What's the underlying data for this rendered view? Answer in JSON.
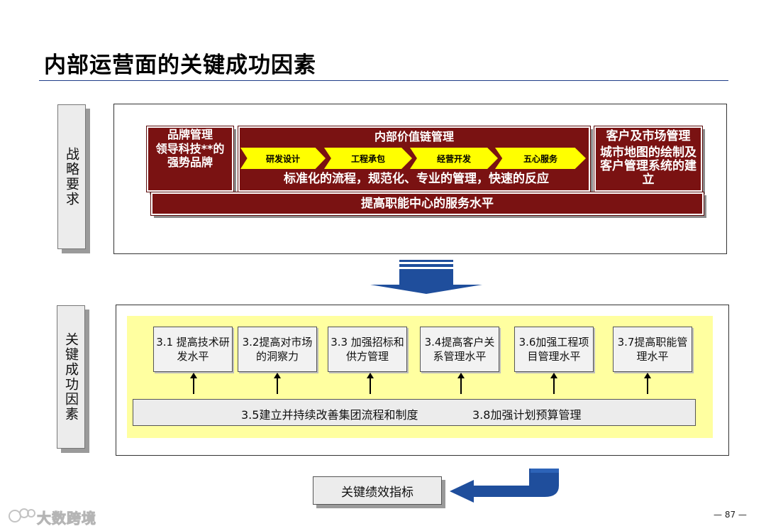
{
  "title": "内部运营面的关键成功因素",
  "sections": {
    "strategy_label": "战略要求",
    "factors_label": "关键成功因素"
  },
  "strategy": {
    "brand": {
      "heading": "品牌管理",
      "body": "领导科技**的强势品牌"
    },
    "value_chain": {
      "heading": "内部价值链管理",
      "steps": [
        "研发设计",
        "工程承包",
        "经营开发",
        "五心服务"
      ],
      "body": "标准化的流程，规范化、专业的管理，快速的反应"
    },
    "customer": {
      "heading": "客户及市场管理",
      "body": "城市地图的绘制及客户管理系统的建立"
    },
    "service": "提高职能中心的服务水平"
  },
  "factors": [
    "3.1 提高技术研发水平",
    "3.2提高对市场的洞察力",
    "3.3 加强招标和供方管理",
    "3.4提高客户关系管理水平",
    "3.6加强工程项目管理水平",
    "3.7提高职能管理水平"
  ],
  "foundation": {
    "item1": "3.5建立并持续改善集团流程和制度",
    "item2": "3.8加强计划预算管理"
  },
  "kpi": "关键绩效指标",
  "logo": "大数跨境",
  "page_number": "— 87 —",
  "colors": {
    "dark_red": "#7a1212",
    "chevron_yellow": "#ffff00",
    "area_yellow": "#ffffa0",
    "arrow_blue": "#1f4e9c"
  }
}
